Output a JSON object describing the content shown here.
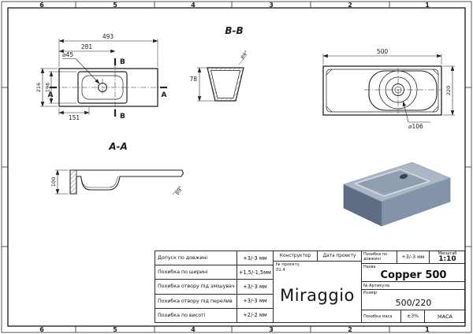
{
  "frame": {
    "columns": [
      "6",
      "5",
      "4",
      "3",
      "2",
      "1"
    ]
  },
  "views": {
    "top_view": {
      "dim_width": "493",
      "dim_to_hole": "281",
      "dim_hole": "⌀45",
      "dim_depth_outer": "216",
      "dim_depth_inner": "196",
      "dim_left": "151",
      "label_b": "B",
      "label_a": "A"
    },
    "section_bb": {
      "title": "B-B",
      "dim": "78",
      "angle": "89°"
    },
    "plan_view": {
      "dim_width": "500",
      "dim_depth": "220",
      "dim_drain": "⌀106"
    },
    "section_aa": {
      "title": "A-A",
      "dim_height": "100",
      "angle": "89°"
    }
  },
  "title_block": {
    "tolerances": [
      {
        "label": "Допуск по довжині",
        "value": "+3/-3 мм"
      },
      {
        "label": "Похибка по ширині",
        "value": "+1,5/-1,5мм"
      },
      {
        "label": "Похибка отвору під змішувач",
        "value": "+3/-3 мм"
      },
      {
        "label": "Похибка отвору під перелив",
        "value": "+3/-3 мм"
      },
      {
        "label": "Похибка по висоті",
        "value": "+2/-2 мм"
      }
    ],
    "constructor_label": "Конструктор",
    "date_label": "Дата проекту",
    "project_label": "№ проекту",
    "project_value": "01.4",
    "logo": "Miraggio",
    "right": {
      "length_err_label": "Похибка по довжині",
      "length_err_value": "+3/-3 мм",
      "scale_label": "Масштаб",
      "scale_value": "1:10",
      "name_label": "Назва",
      "name_value": "Copper 500",
      "article_label": "№ Артикула",
      "size_label": "Розмір",
      "size_value": "500/220",
      "mass_err_label": "Похибка маса",
      "mass_err_value": "±3%",
      "mass_label": "МАСА"
    }
  }
}
